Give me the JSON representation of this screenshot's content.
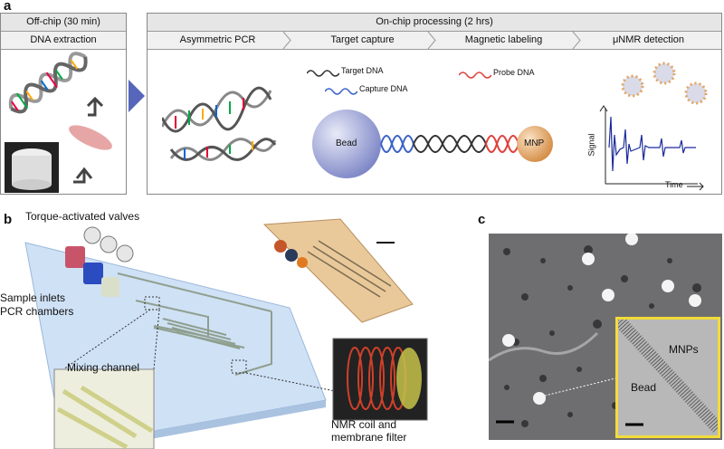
{
  "panel_a": {
    "letter": "a",
    "offchip_title": "Off-chip (30 min)",
    "offchip_step": "DNA extraction",
    "onchip_title": "On-chip processing (2 hrs)",
    "steps": [
      "Asymmetric PCR",
      "Target capture",
      "Magnetic labeling",
      "μNMR detection"
    ],
    "target_dna": "Target DNA",
    "capture_dna": "Capture DNA",
    "probe_dna": "Probe DNA",
    "bead": "Bead",
    "mnp": "MNP",
    "signal": "Signal",
    "time": "Time"
  },
  "panel_b": {
    "letter": "b",
    "torque_valves": "Torque-activated valves",
    "sample_inlets": "Sample inlets",
    "pcr_chambers": "PCR chambers",
    "mixing_channel": "Mixing channel",
    "nmr_coil": "NMR coil and membrane filter"
  },
  "panel_c": {
    "letter": "c",
    "mnps": "MNPs",
    "bead": "Bead"
  },
  "colors": {
    "target_dna": "#333333",
    "capture_dna": "#3b63c9",
    "probe_dna": "#e0403a",
    "bead": "#7d86c6",
    "mnp": "#e3a462",
    "signal": "#1a2a9a",
    "inset_border": "#f2dc3a"
  }
}
